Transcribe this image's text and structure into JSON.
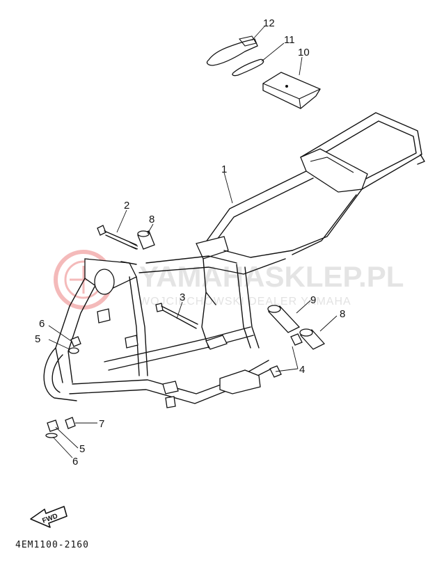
{
  "watermark": {
    "brand": "YAMAHASKLEP.PL",
    "tagline": "WOJCIECHOWSKI DEALER YAMAHA",
    "logo_color": "#e23b3b"
  },
  "part_code": "4EM1100-2160",
  "direction_badge": "FWD",
  "callouts": {
    "c1": "1",
    "c2": "2",
    "c3": "3",
    "c4": "4",
    "c5a": "5",
    "c5b": "5",
    "c6a": "6",
    "c6b": "6",
    "c7": "7",
    "c8a": "8",
    "c8b": "8",
    "c9": "9",
    "c10": "10",
    "c11": "11",
    "c12": "12"
  }
}
